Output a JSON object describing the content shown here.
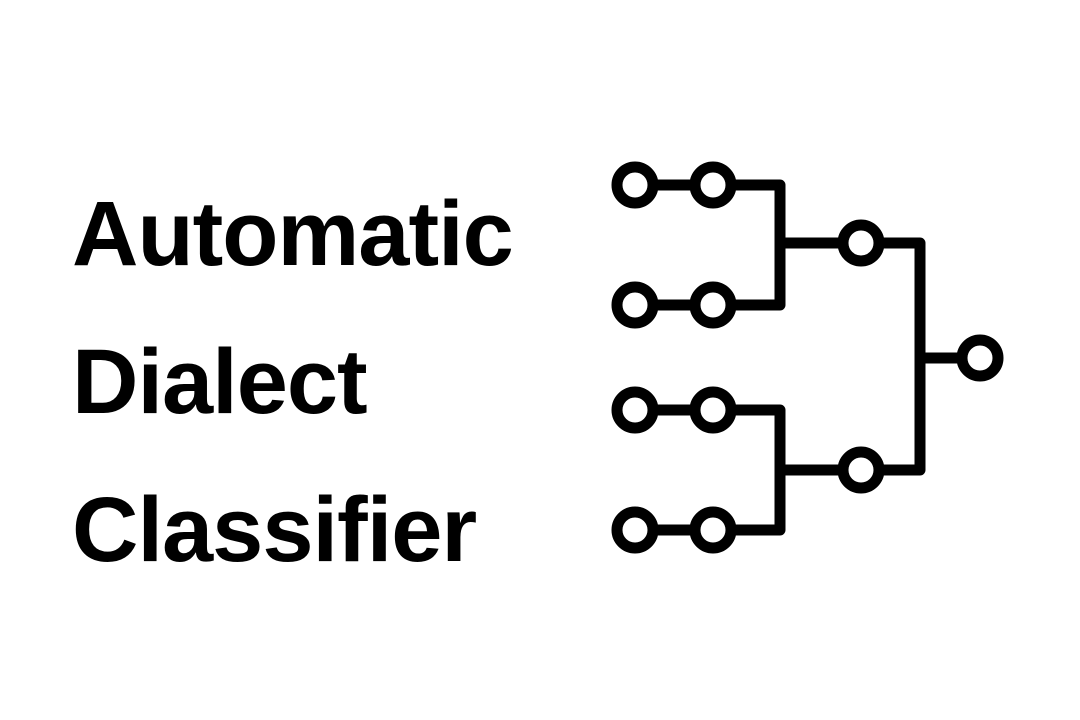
{
  "logo": {
    "title_lines": [
      "Automatic",
      "Dialect",
      "Classifier"
    ],
    "icon": "tree-bracket-icon",
    "colors": {
      "foreground": "#000000",
      "background": "#ffffff"
    }
  }
}
